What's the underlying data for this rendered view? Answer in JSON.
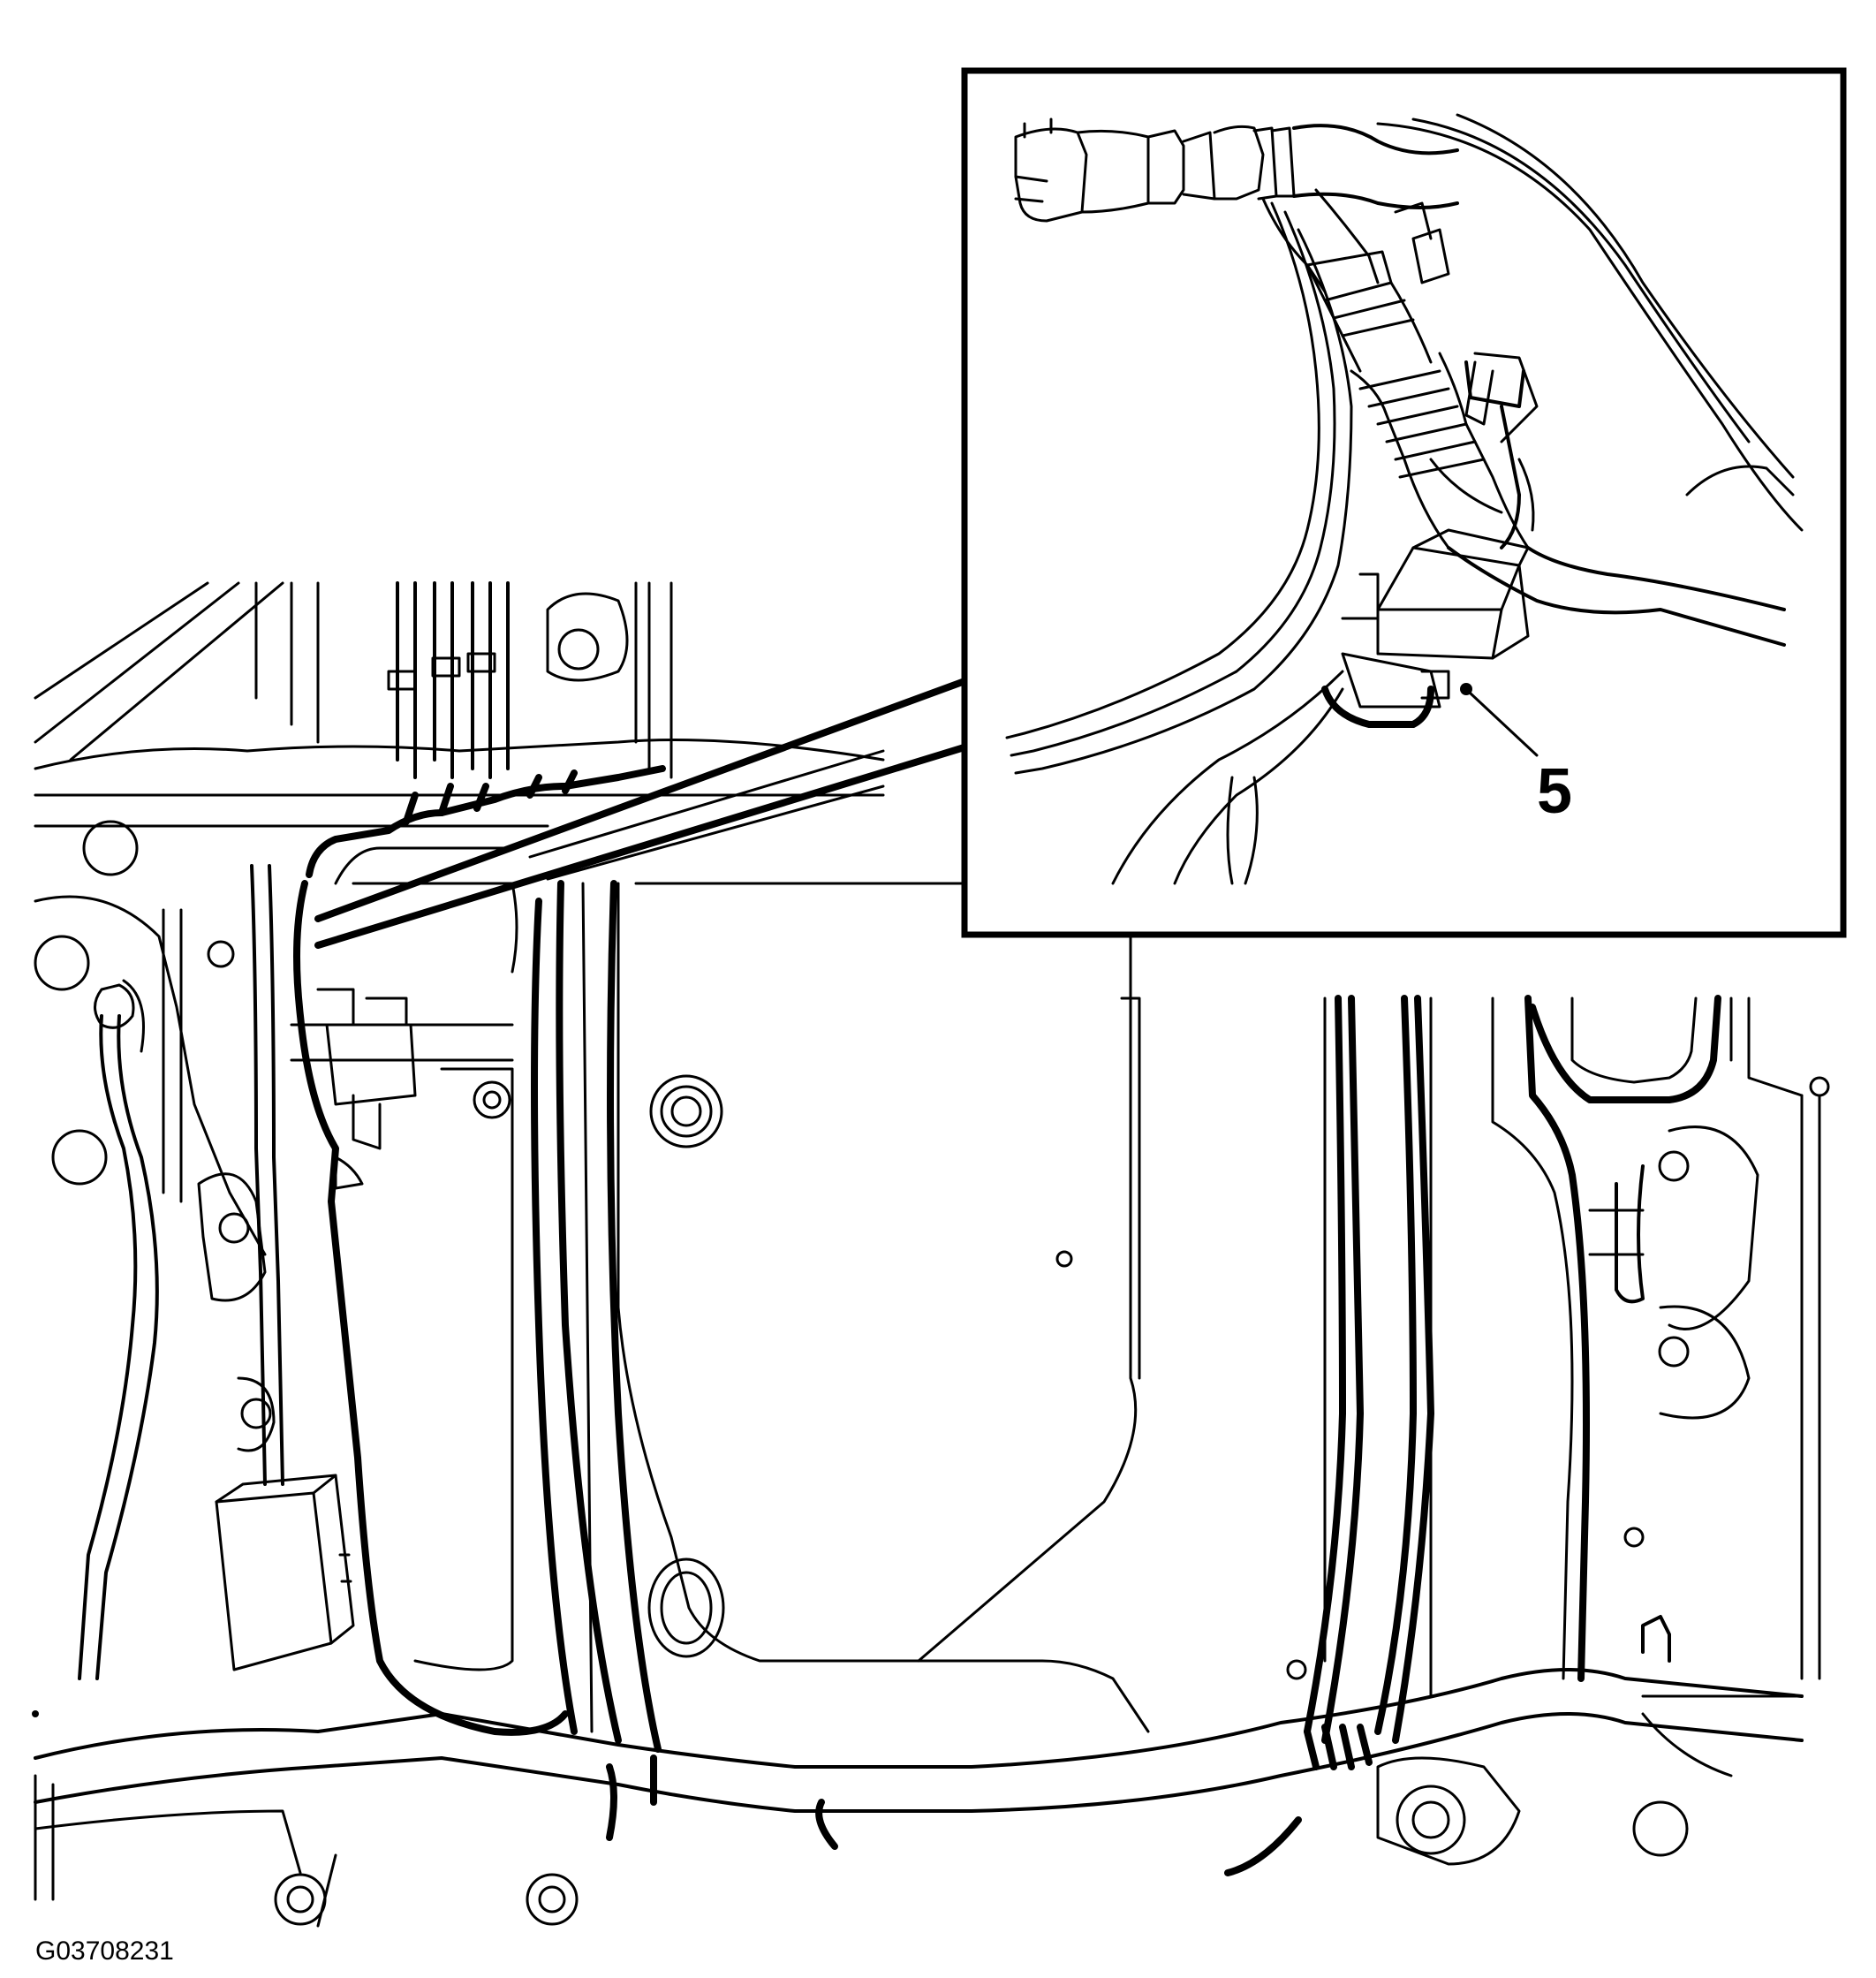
{
  "diagram": {
    "callouts": [
      {
        "id": "5",
        "label": "5"
      }
    ],
    "figure_id": "G03708231",
    "colors": {
      "line": "#000000",
      "background": "#ffffff"
    }
  }
}
